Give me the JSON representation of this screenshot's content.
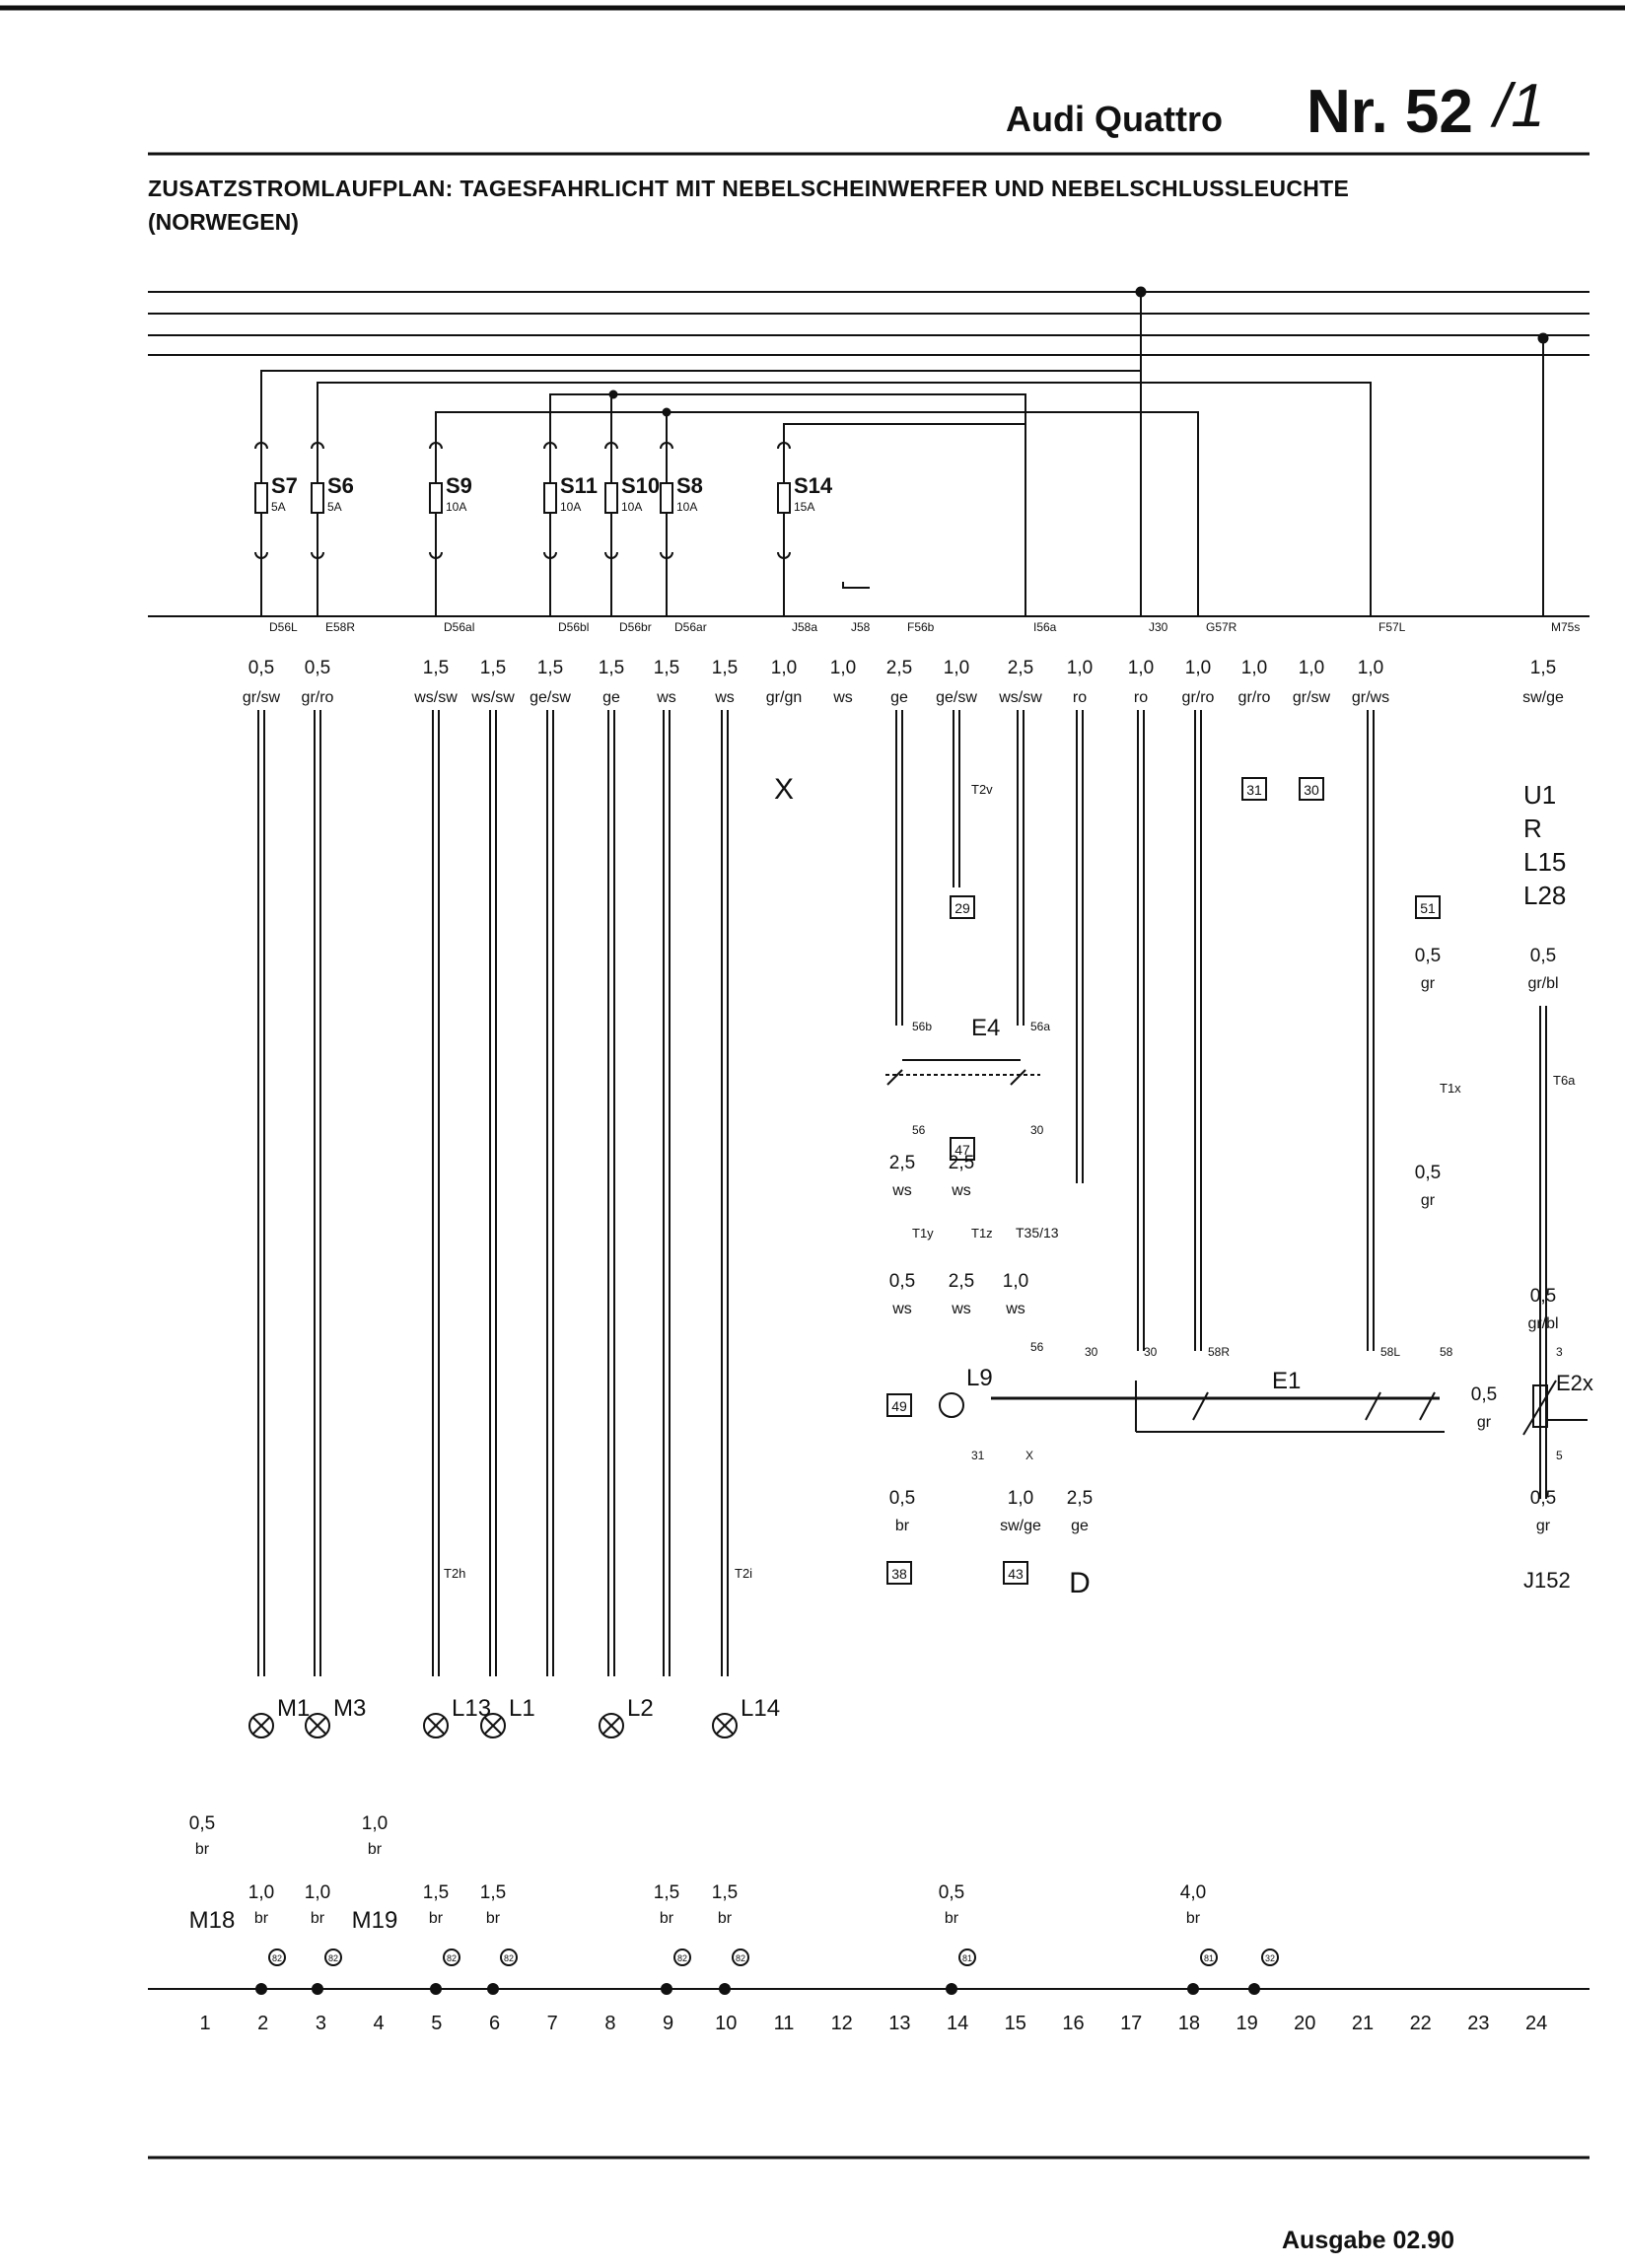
{
  "header": {
    "car": "Audi Quattro",
    "number": "Nr. 52",
    "sheet": "/1"
  },
  "title": "ZUSATZSTROMLAUFPLAN: TAGESFAHRLICHT MIT NEBELSCHEINWERFER UND NEBELSCHLUSSLEUCHTE",
  "subtitle": "(NORWEGEN)",
  "footer": "Ausgabe 02.90",
  "fuses": [
    {
      "name": "S7",
      "rating": "5A"
    },
    {
      "name": "S6",
      "rating": "5A"
    },
    {
      "name": "S9",
      "rating": "10A"
    },
    {
      "name": "S11",
      "rating": "10A"
    },
    {
      "name": "S10",
      "rating": "10A"
    },
    {
      "name": "S8",
      "rating": "10A"
    },
    {
      "name": "S14",
      "rating": "15A"
    }
  ],
  "connectors": [
    "D56L",
    "E58R",
    "D56al",
    "D56bl",
    "D56br",
    "D56ar",
    "J58a",
    "J58",
    "F56b",
    "I56a",
    "J30",
    "G57R",
    "F57L",
    "M75s"
  ],
  "wires": [
    {
      "size": "0,5",
      "color": "gr/sw"
    },
    {
      "size": "0,5",
      "color": "gr/ro"
    },
    {
      "size": "1,5",
      "color": "ws/sw"
    },
    {
      "size": "1,5",
      "color": "ws/sw"
    },
    {
      "size": "1,5",
      "color": "ge/sw"
    },
    {
      "size": "1,5",
      "color": "ge"
    },
    {
      "size": "1,5",
      "color": "ws"
    },
    {
      "size": "1,5",
      "color": "ws"
    },
    {
      "size": "1,0",
      "color": "gr/gn"
    },
    {
      "size": "1,0",
      "color": "ws"
    },
    {
      "size": "2,5",
      "color": "ge"
    },
    {
      "size": "1,0",
      "color": "ge/sw"
    },
    {
      "size": "2,5",
      "color": "ws/sw"
    },
    {
      "size": "1,0",
      "color": "ro"
    },
    {
      "size": "1,0",
      "color": "ro"
    },
    {
      "size": "1,0",
      "color": "gr/ro"
    },
    {
      "size": "1,0",
      "color": "gr/ro"
    },
    {
      "size": "1,0",
      "color": "gr/sw"
    },
    {
      "size": "1,0",
      "color": "gr/ws"
    },
    {
      "size": "1,5",
      "color": "sw/ge"
    }
  ],
  "components": {
    "x_label": "X",
    "d_label": "D",
    "e4": "E4",
    "e1": "E1",
    "l9": "L9",
    "e2x": "E2x",
    "right_stack": [
      "U1",
      "R",
      "L15",
      "L28"
    ],
    "j152": "J152",
    "t2v": "T2v",
    "t1y": "T1y",
    "t1z": "T1z",
    "t1x": "T1x",
    "t6a": "T6a",
    "t35": "T35/13",
    "t2h": "T2h",
    "t2i": "T2i",
    "lamps": [
      "M1",
      "M3",
      "L13",
      "L1",
      "L2",
      "L14"
    ],
    "ground_labels": [
      "M18",
      "M19"
    ]
  },
  "ref_boxes": [
    "31",
    "30",
    "29",
    "51",
    "47",
    "49",
    "38",
    "43"
  ],
  "middle_wires": [
    {
      "size": "2,5",
      "color": "ws"
    },
    {
      "size": "2,5",
      "color": "ws"
    },
    {
      "size": "0,5",
      "color": "ws"
    },
    {
      "size": "2,5",
      "color": "ws"
    },
    {
      "size": "1,0",
      "color": "ws"
    },
    {
      "size": "0,5",
      "color": "br"
    },
    {
      "size": "1,0",
      "color": "sw/ge"
    },
    {
      "size": "2,5",
      "color": "ge"
    },
    {
      "size": "0,5",
      "color": "gr"
    },
    {
      "size": "0,5",
      "color": "gr"
    },
    {
      "size": "0,5",
      "color": "gr/bl"
    },
    {
      "size": "0,5",
      "color": "gr/bl"
    },
    {
      "size": "0,5",
      "color": "gr"
    },
    {
      "size": "0,5",
      "color": "gr"
    }
  ],
  "bottom_wires": [
    {
      "size": "0,5",
      "color": "br"
    },
    {
      "size": "1,0",
      "color": "br"
    },
    {
      "size": "1,0",
      "color": "br"
    },
    {
      "size": "1,0",
      "color": "br"
    },
    {
      "size": "1,5",
      "color": "br"
    },
    {
      "size": "1,5",
      "color": "br"
    },
    {
      "size": "1,5",
      "color": "br"
    },
    {
      "size": "1,5",
      "color": "br"
    },
    {
      "size": "0,5",
      "color": "br"
    },
    {
      "size": "4,0",
      "color": "br"
    }
  ],
  "ground_points": [
    "82",
    "82",
    "82",
    "82",
    "82",
    "82",
    "81",
    "81",
    "32"
  ],
  "term_labels": [
    "56b",
    "56a",
    "56",
    "30",
    "56",
    "X",
    "31",
    "30",
    "30",
    "58R",
    "58L",
    "58",
    "3",
    "5"
  ],
  "grid_numbers": [
    "1",
    "2",
    "3",
    "4",
    "5",
    "6",
    "7",
    "8",
    "9",
    "10",
    "11",
    "12",
    "13",
    "14",
    "15",
    "16",
    "17",
    "18",
    "19",
    "20",
    "21",
    "22",
    "23",
    "24"
  ]
}
